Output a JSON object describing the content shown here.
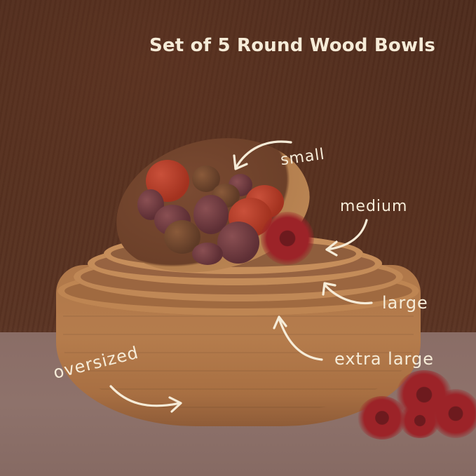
{
  "title": "Set of 5 Round Wood Bowls",
  "labels": {
    "small": "small",
    "medium": "medium",
    "large": "large",
    "extra_large": "extra large",
    "oversized": "oversized"
  },
  "colors": {
    "text": "#f6ecd8",
    "background_wall": "#52301f",
    "table": "#8a6d66",
    "wood": "#b57c4c"
  }
}
